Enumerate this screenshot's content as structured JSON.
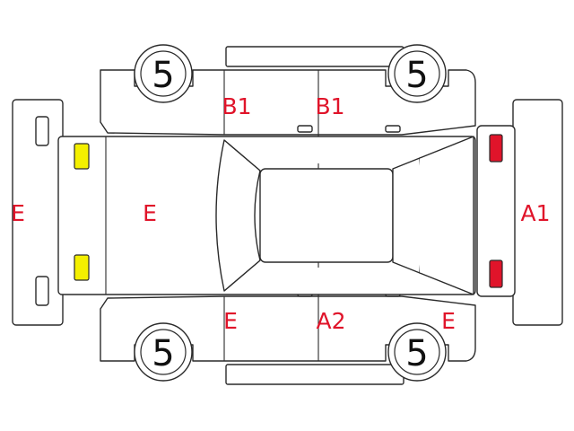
{
  "colors": {
    "code_text": "#e0142a",
    "tire_text": "#111111",
    "front_lamp": "#f4f000",
    "rear_lamp": "#e0142a",
    "outline": "#2a2a2a"
  },
  "tires": {
    "front_left": "5",
    "front_right": "5",
    "rear_left": "5",
    "rear_right": "5"
  },
  "codes": {
    "front_bumper": "E",
    "hood": "E",
    "front_door_left": "B1",
    "rear_door_left": "B1",
    "front_door_right": "E",
    "rear_door_right": "A2",
    "rear_fender_right": "E",
    "rear_bumper": "A1"
  },
  "lamps": {
    "front": "yellow-lamp-icon",
    "rear": "red-lamp-icon"
  }
}
